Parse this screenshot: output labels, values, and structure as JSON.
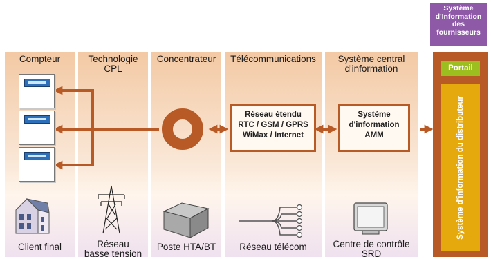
{
  "columns": [
    {
      "header": "Compteur",
      "footer": "Client final"
    },
    {
      "header": "Technologie\nCPL",
      "footer": "Réseau\nbasse tension"
    },
    {
      "header": "Concentrateur",
      "footer": "Poste HTA/BT"
    },
    {
      "header": "Télécommunications",
      "footer": "Réseau télécom"
    },
    {
      "header": "Système central\nd'information",
      "footer": "Centre de contrôle\nSRD"
    }
  ],
  "boxes": {
    "wan": "Réseau étendu\nRTC / GSM / GPRS\nWiMax / Internet",
    "amm": "Système\nd'information\nAMM"
  },
  "suppliers_header": "Système\nd'Information\ndes\nfournisseurs",
  "portal": "Portail",
  "distributor": "Système d'information du distributeur",
  "colors": {
    "accent": "#b85a25",
    "purple": "#8e5aa8",
    "green": "#9cbe1e",
    "gold": "#e5a90e",
    "meter_blue": "#2d6fb8"
  }
}
